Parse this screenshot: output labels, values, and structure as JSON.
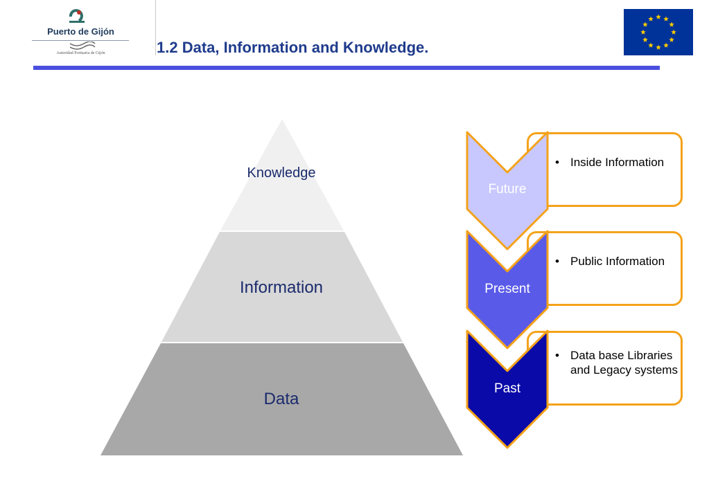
{
  "header": {
    "logo_name": "Puerto de Gijón",
    "logo_subtitle": "Autoridad Portuaria de Gijón",
    "title": "1.2  Data, Information and Knowledge."
  },
  "colors": {
    "title_text": "#1f3b8c",
    "title_bar": "#4a4fe0",
    "eu_blue": "#003399",
    "eu_star": "#ffcc00",
    "pyramid_top": "#f0f0f0",
    "pyramid_middle": "#d8d8d8",
    "pyramid_bottom": "#a8a8a8",
    "chevron_border": "#f4a21a",
    "future": "#c8c8ff",
    "present": "#5a5ae8",
    "past": "#0a0aa8"
  },
  "pyramid": {
    "levels": [
      {
        "label": "Knowledge"
      },
      {
        "label": "Information"
      },
      {
        "label": "Data"
      }
    ]
  },
  "timeline": {
    "items": [
      {
        "label": "Future",
        "bullets": [
          "Inside Information"
        ]
      },
      {
        "label": "Present",
        "bullets": [
          "Public Information"
        ]
      },
      {
        "label": "Past",
        "bullets": [
          "Data  base Libraries and Legacy systems"
        ]
      }
    ]
  }
}
